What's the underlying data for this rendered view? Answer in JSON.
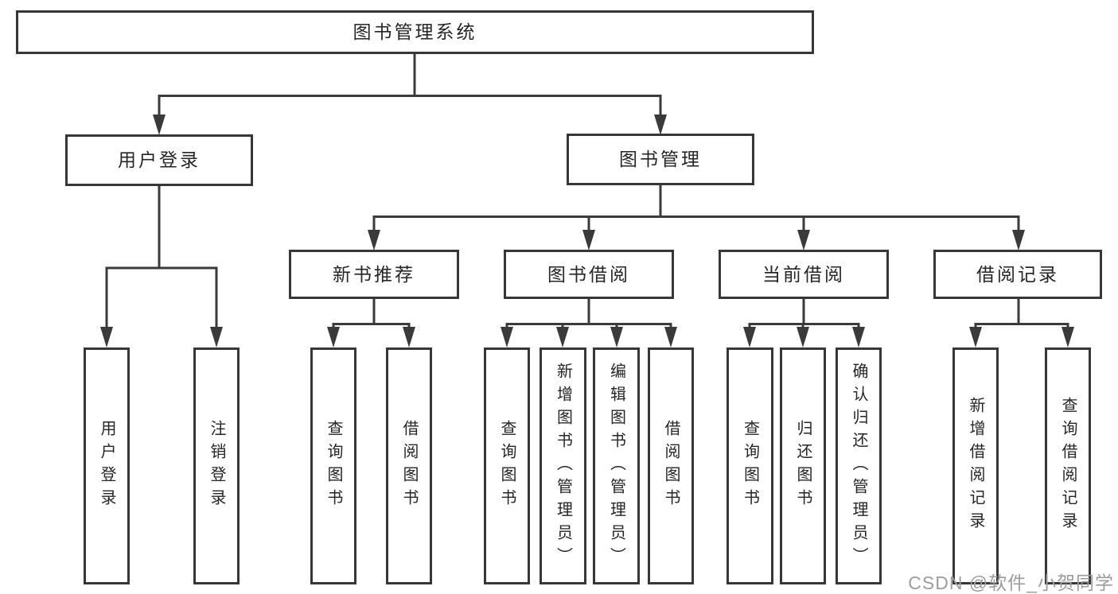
{
  "diagram": {
    "tree": {
      "root": {
        "label": "图书管理系统"
      },
      "children": [
        {
          "label": "用户登录",
          "children": [
            {
              "label": "用户登录"
            },
            {
              "label": "注销登录"
            }
          ]
        },
        {
          "label": "图书管理",
          "children": [
            {
              "label": "新书推荐",
              "children": [
                {
                  "label": "查询图书"
                },
                {
                  "label": "借阅图书"
                }
              ]
            },
            {
              "label": "图书借阅",
              "children": [
                {
                  "label": "查询图书"
                },
                {
                  "label": "新增图书（管理员）"
                },
                {
                  "label": "编辑图书（管理员）"
                },
                {
                  "label": "借阅图书"
                }
              ]
            },
            {
              "label": "当前借阅",
              "children": [
                {
                  "label": "查询图书"
                },
                {
                  "label": "归还图书"
                },
                {
                  "label": "确认归还（管理员）"
                }
              ]
            },
            {
              "label": "借阅记录",
              "children": [
                {
                  "label": "新增借阅记录"
                },
                {
                  "label": "查询借阅记录"
                }
              ]
            }
          ]
        }
      ]
    },
    "colors": {
      "line": "#3a3a3a",
      "text": "#262626",
      "background": "#ffffff",
      "watermark": "#9c9c9c"
    }
  },
  "watermark": {
    "text": "CSDN @软件_小贺同学"
  }
}
